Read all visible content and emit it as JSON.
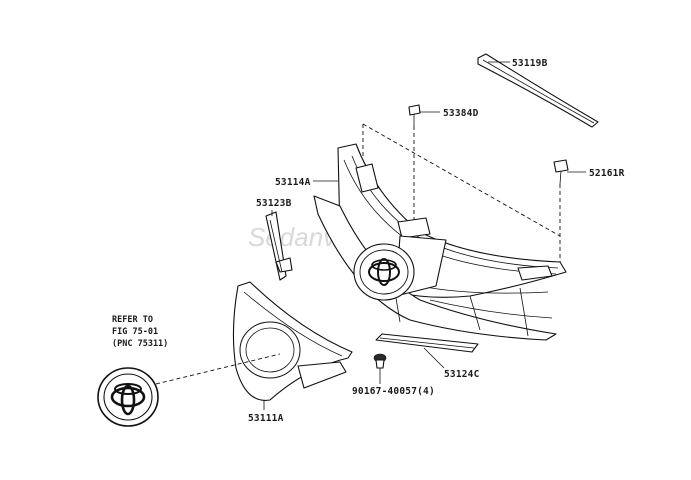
{
  "watermark": "Sedanviet.vn",
  "callouts": {
    "p53119b": "53119B",
    "p53384d": "53384D",
    "p52161r": "52161R",
    "p53114a": "53114A",
    "p53123b": "53123B",
    "p53124c": "53124C",
    "p90167": "90167-40057(4)",
    "p53111a": "53111A"
  },
  "reference": {
    "line1": "REFER TO",
    "line2": "FIG 75-01",
    "line3": "(PNC 75311)"
  },
  "colors": {
    "line": "#111111",
    "background": "#ffffff",
    "watermark": "#d9d9d9"
  }
}
